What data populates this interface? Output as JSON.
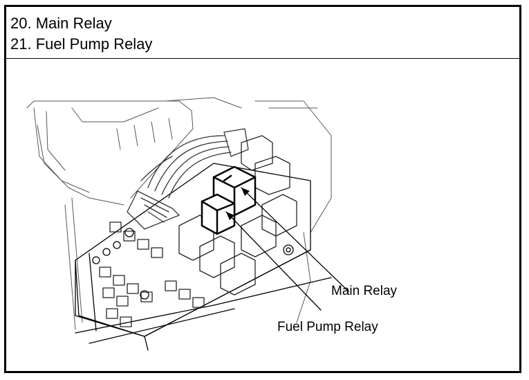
{
  "header": {
    "line1": "20. Main Relay",
    "line2": "21. Fuel Pump Relay"
  },
  "figure": {
    "callouts": {
      "main_relay": "Main Relay",
      "fuel_pump_relay": "Fuel Pump Relay"
    }
  }
}
